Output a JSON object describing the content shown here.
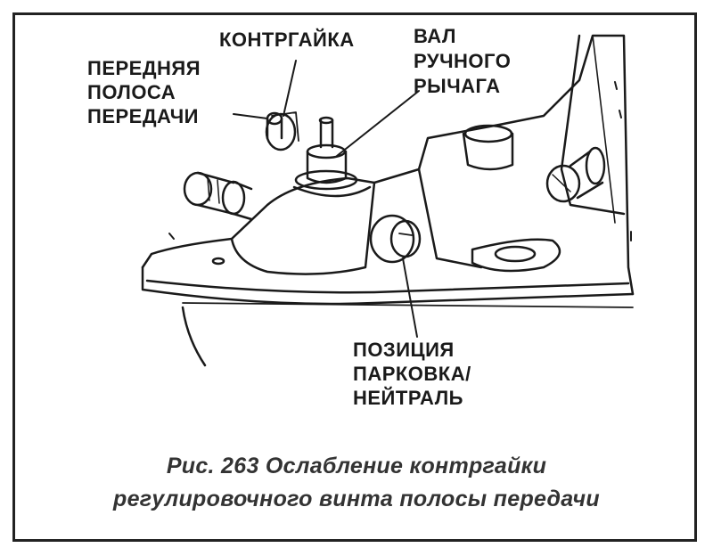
{
  "labels": {
    "locknut": "КОНТРГАЙКА",
    "front_band_1": "ПЕРЕДНЯЯ",
    "front_band_2": "ПОЛОСА",
    "front_band_3": "ПЕРЕДАЧИ",
    "manual_lever_1": "ВАЛ",
    "manual_lever_2": "РУЧНОГО",
    "manual_lever_3": "РЫЧАГА",
    "park_neutral_1": "ПОЗИЦИЯ",
    "park_neutral_2": "ПАРКОВКА/",
    "park_neutral_3": "НЕЙТРАЛЬ"
  },
  "caption": {
    "line1": "Рис. 263 Ослабление контргайки",
    "line2": "регулировочного винта полосы передачи"
  },
  "colors": {
    "ink": "#1a1a1a",
    "paper": "#ffffff",
    "shade": "#9a9a9a"
  }
}
